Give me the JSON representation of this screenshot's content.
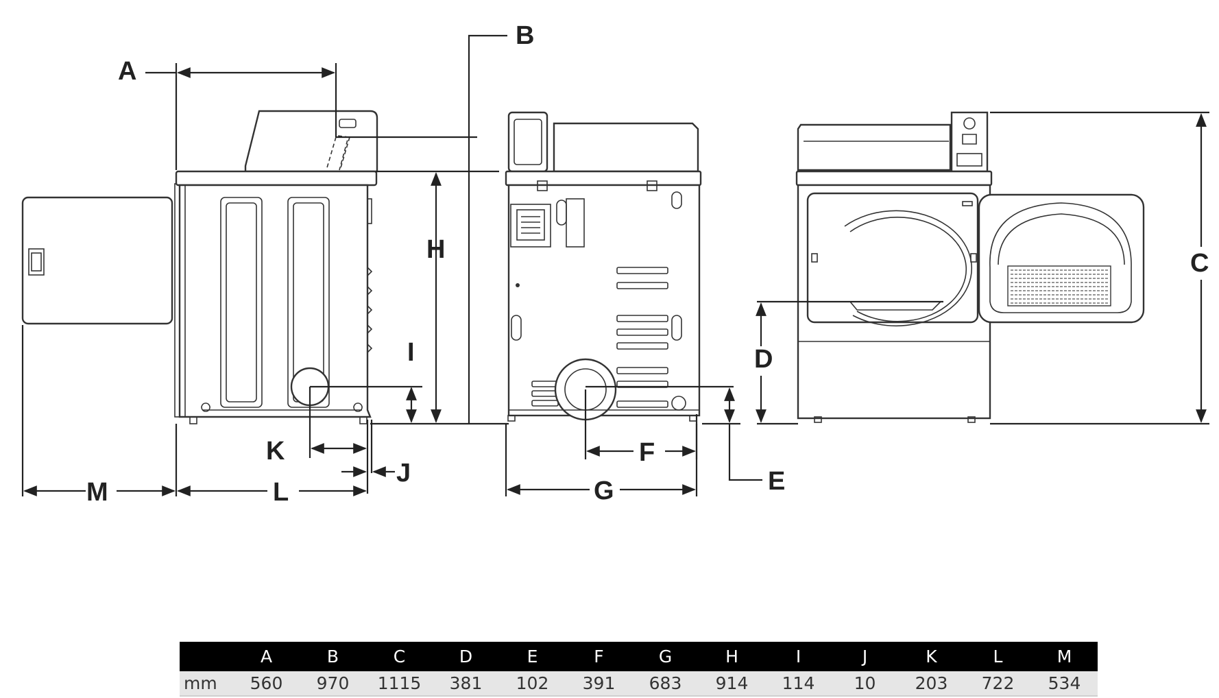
{
  "labels": [
    "A",
    "B",
    "C",
    "D",
    "E",
    "F",
    "G",
    "H",
    "I",
    "J",
    "K",
    "L",
    "M"
  ],
  "table": {
    "unit": "mm",
    "columns": [
      "A",
      "B",
      "C",
      "D",
      "E",
      "F",
      "G",
      "H",
      "I",
      "J",
      "K",
      "L",
      "M"
    ],
    "values": [
      "560",
      "970",
      "1115",
      "381",
      "102",
      "391",
      "683",
      "914",
      "114",
      "10",
      "203",
      "722",
      "534"
    ]
  }
}
